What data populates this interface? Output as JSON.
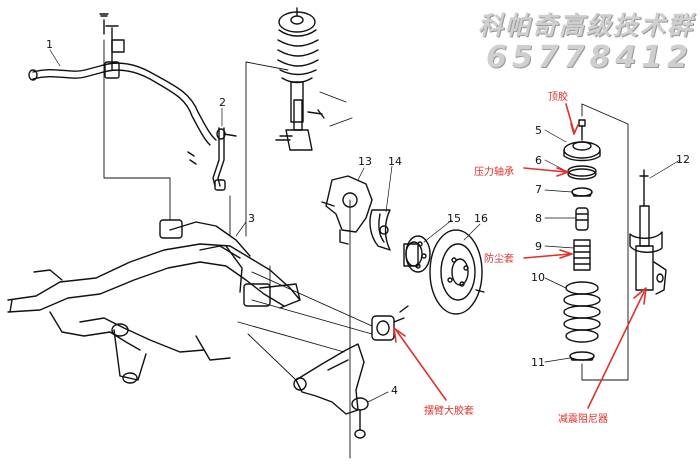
{
  "watermark": {
    "title": "科帕奇高级技术群",
    "number": "65778412"
  },
  "callouts": {
    "c1": "1",
    "c2": "2",
    "c3": "3",
    "c4": "4",
    "c5": "5",
    "c6": "6",
    "c7": "7",
    "c8": "8",
    "c9": "9",
    "c10": "10",
    "c11": "11",
    "c12": "12",
    "c13": "13",
    "c14": "14",
    "c15": "15",
    "c16": "16"
  },
  "annotations": {
    "top_mount": "顶胶",
    "bearing": "压力轴承",
    "dust_boot": "防尘套",
    "arm_bushing": "摆臂大胶套",
    "damper": "减震阻尼器"
  },
  "colors": {
    "line": "#111111",
    "annotation": "#e0302a",
    "part_fill": "#ffffff"
  }
}
